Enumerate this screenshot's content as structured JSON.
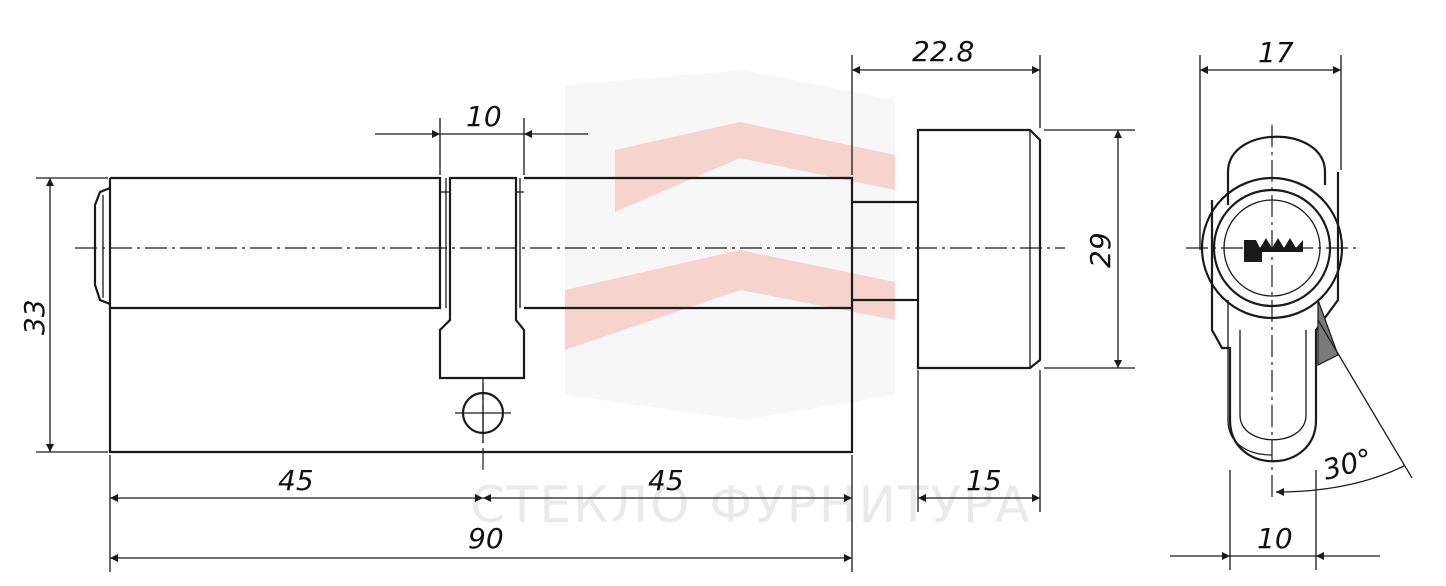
{
  "watermark": {
    "text": "СТЕКЛО ФУРНИТУРА"
  },
  "colors": {
    "line": "#1a1a1a",
    "watermark_red": "#f2c4bc",
    "watermark_grey": "#efefef",
    "wedge": "#7a7a7a"
  },
  "dimensions": {
    "total_length": "90",
    "left_half": "45",
    "right_half": "45",
    "cam_width": "10",
    "height": "33",
    "knob_extension": "22.8",
    "knob_length": "15",
    "knob_diameter": "29",
    "profile_width": "17",
    "profile_bottom_width": "10",
    "angle": "30°"
  }
}
